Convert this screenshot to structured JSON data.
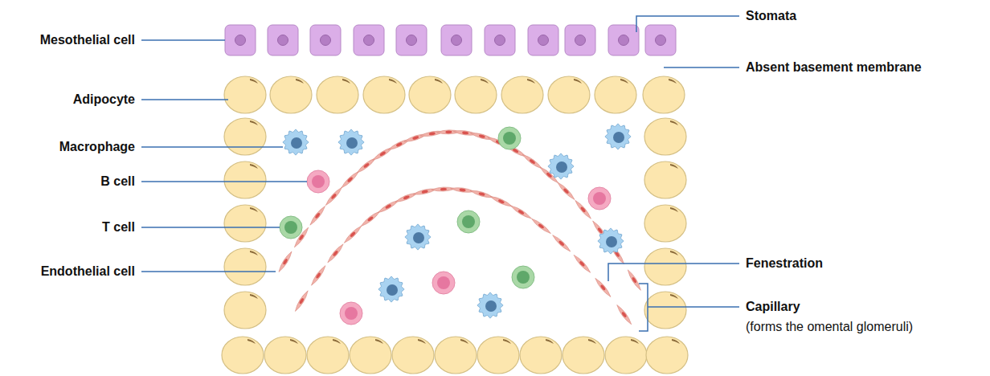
{
  "diagram": {
    "labels": [
      "Mesothelial cell",
      "Stomata",
      "Absent basement membrane",
      "Adipocyte",
      "Macrophage",
      "B cell",
      "T cell",
      "Endothelial cell",
      "Fenestration",
      "Capillary",
      "(forms the omental glomeruli)"
    ]
  }
}
